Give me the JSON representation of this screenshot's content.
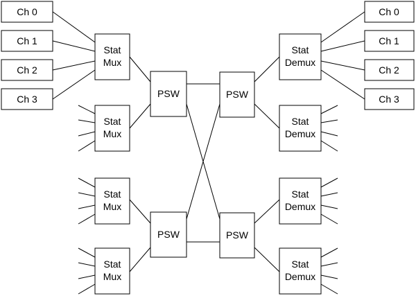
{
  "channels_left": [
    "Ch 0",
    "Ch 1",
    "Ch 2",
    "Ch 3"
  ],
  "channels_right": [
    "Ch 0",
    "Ch 1",
    "Ch 2",
    "Ch 3"
  ],
  "mux": [
    {
      "line1": "Stat",
      "line2": "Mux"
    },
    {
      "line1": "Stat",
      "line2": "Mux"
    },
    {
      "line1": "Stat",
      "line2": "Mux"
    },
    {
      "line1": "Stat",
      "line2": "Mux"
    }
  ],
  "demux": [
    {
      "line1": "Stat",
      "line2": "Demux"
    },
    {
      "line1": "Stat",
      "line2": "Demux"
    },
    {
      "line1": "Stat",
      "line2": "Demux"
    },
    {
      "line1": "Stat",
      "line2": "Demux"
    }
  ],
  "switches": [
    {
      "label": "PSW"
    },
    {
      "label": "PSW"
    },
    {
      "label": "PSW"
    },
    {
      "label": "PSW"
    }
  ]
}
